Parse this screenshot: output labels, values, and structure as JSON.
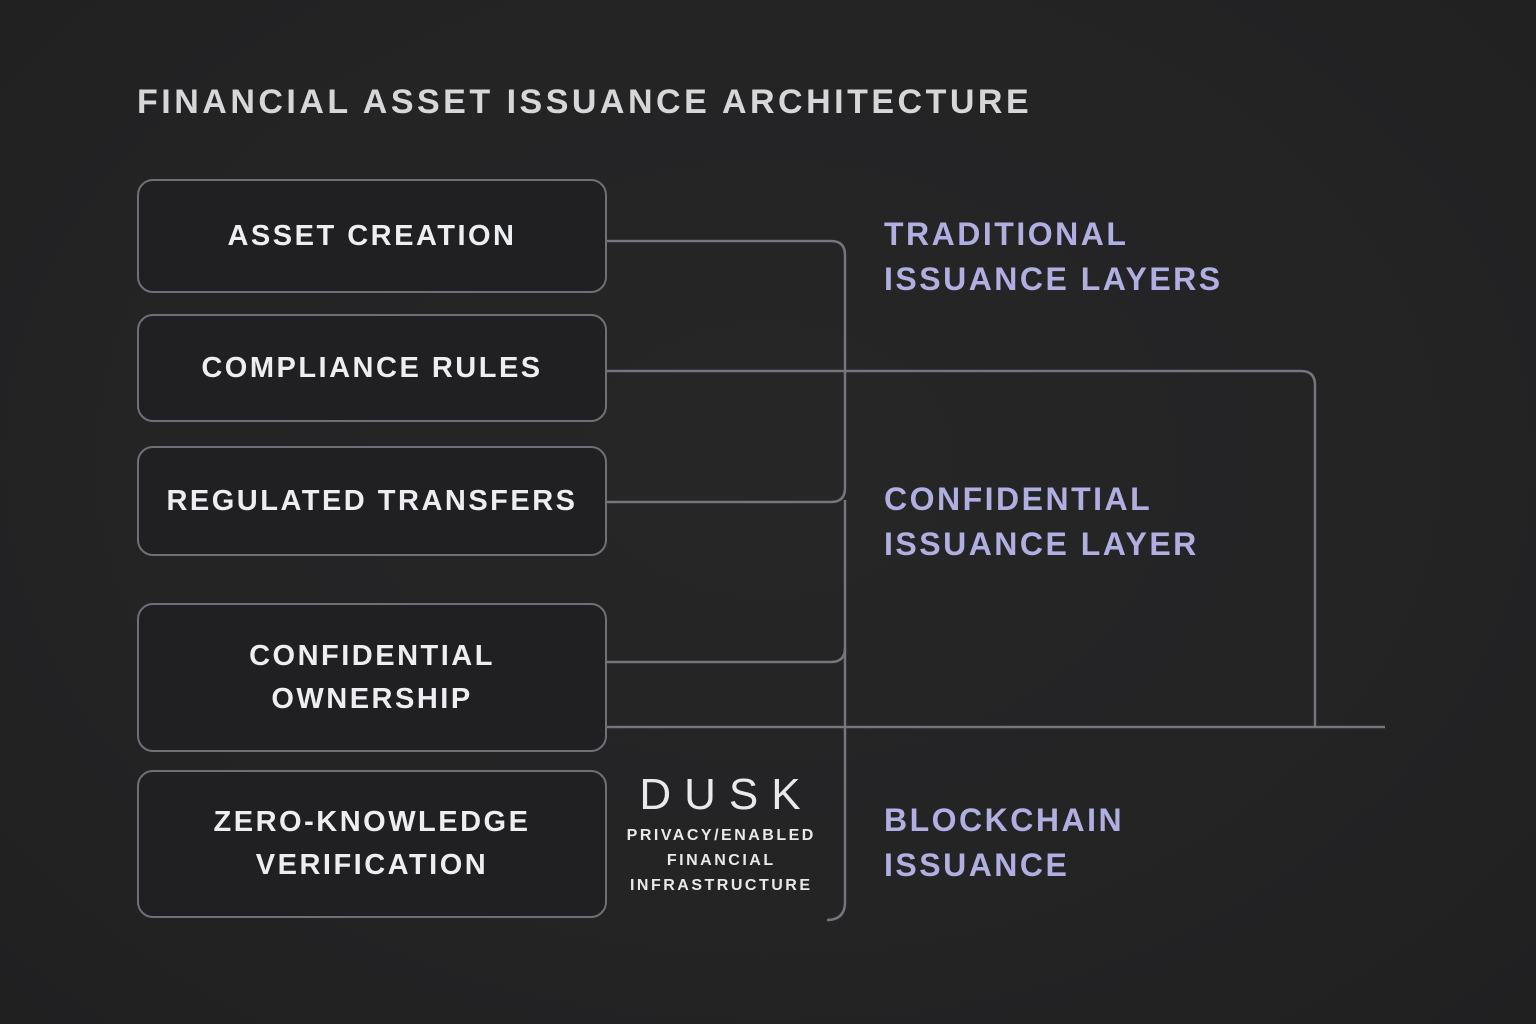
{
  "title": "FINANCIAL ASSET ISSUANCE ARCHITECTURE",
  "boxes": [
    {
      "id": "asset-creation",
      "line1": "ASSET CREATION",
      "line2": ""
    },
    {
      "id": "compliance-rules",
      "line1": "COMPLIANCE RULES",
      "line2": ""
    },
    {
      "id": "regulated-transfers",
      "line1": "REGULATED TRANSFERS",
      "line2": ""
    },
    {
      "id": "confidential-ownership",
      "line1": "CONFIDENTIAL",
      "line2": "OWNERSHIP"
    },
    {
      "id": "zero-knowledge-verification",
      "line1": "ZERO-KNOWLEDGE",
      "line2": "VERIFICATION"
    }
  ],
  "layer_labels": [
    {
      "id": "traditional",
      "line1": "TRADITIONAL",
      "line2": "ISSUANCE LAYERS"
    },
    {
      "id": "confidential",
      "line1": "CONFIDENTIAL",
      "line2": "ISSUANCE LAYER"
    },
    {
      "id": "blockchain",
      "line1": "BLOCKCHAIN",
      "line2": "ISSUANCE"
    }
  ],
  "brand": {
    "name": "DUSK",
    "tagline_line1": "PRIVACY/ENABLED",
    "tagline_line2": "FINANCIAL",
    "tagline_line3": "INFRASTRUCTURE"
  },
  "colors": {
    "background": "#242425",
    "box_fill": "#202022",
    "box_border": "#6f6f78",
    "box_text": "#edeef1",
    "connector_line": "#75757d",
    "accent_lavender": "#b1aee1",
    "title_text": "#d7d7d9",
    "brand_text": "#e9e9eb"
  }
}
